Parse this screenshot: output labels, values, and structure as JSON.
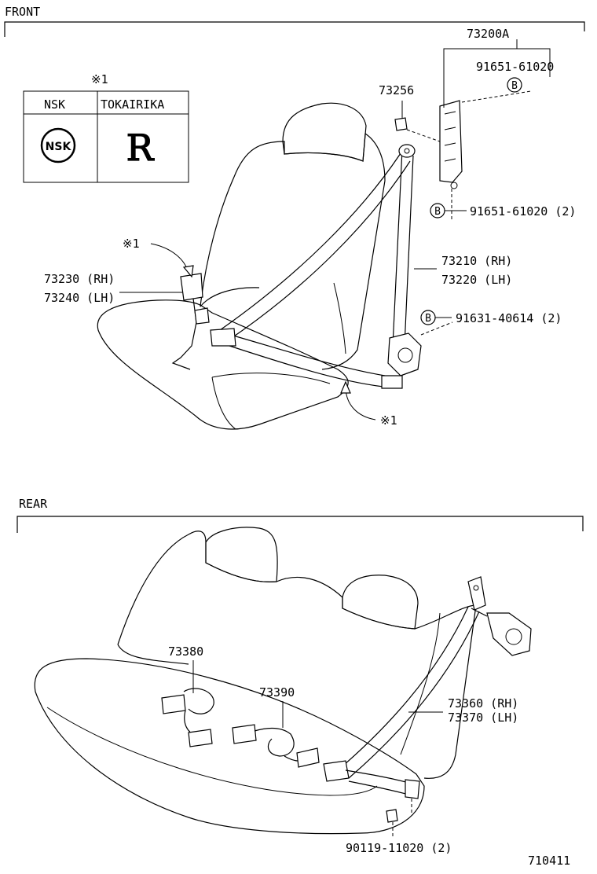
{
  "sections": {
    "front": "FRONT",
    "rear": "REAR"
  },
  "legend": {
    "title": "※1",
    "headers": [
      "NSK",
      "TOKAIRIKA"
    ],
    "logo_nsk": "NSK",
    "logo_tokai": "R"
  },
  "labels": {
    "p73200A": "73200A",
    "p91651_top": "91651-61020",
    "p73256": "73256",
    "p91651_2": "91651-61020 (2)",
    "p73210": "73210 (RH)",
    "p73220": "73220 (LH)",
    "p91631": "91631-40614 (2)",
    "note1_top": "※1",
    "p73230": "73230 (RH)",
    "p73240": "73240 (LH)",
    "note1_bottom": "※1",
    "p73380": "73380",
    "p73390": "73390",
    "p73360": "73360 (RH)",
    "p73370": "73370 (LH)",
    "p90119": "90119-11020 (2)",
    "bolt_b": "B"
  },
  "diagram_id": "710411"
}
